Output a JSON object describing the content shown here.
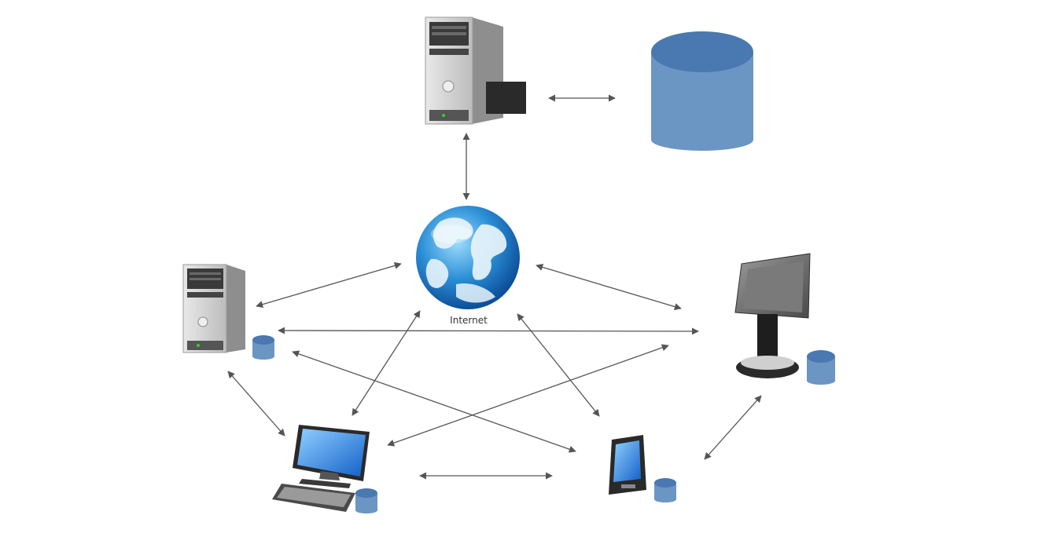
{
  "diagram": {
    "internet_label": "Internet",
    "colors": {
      "arrow": "#555555",
      "database_top": "#4a78b0",
      "database_body": "#6b95c3",
      "tower_body": "#d6d6d6",
      "tower_front": "#bdbdbd",
      "screen_blue": "#1f78d8",
      "globe_ocean": "#2b8fd6",
      "globe_land": "#e8f4fb"
    },
    "nodes": [
      {
        "id": "central-server",
        "icon": "server-tower-icon"
      },
      {
        "id": "central-database",
        "icon": "database-icon"
      },
      {
        "id": "internet",
        "icon": "globe-icon"
      },
      {
        "id": "peer-server",
        "icon": "server-tower-icon"
      },
      {
        "id": "peer-monitor",
        "icon": "monitor-icon"
      },
      {
        "id": "peer-desktop",
        "icon": "desktop-computer-icon"
      },
      {
        "id": "peer-tablet",
        "icon": "tablet-icon"
      }
    ]
  }
}
